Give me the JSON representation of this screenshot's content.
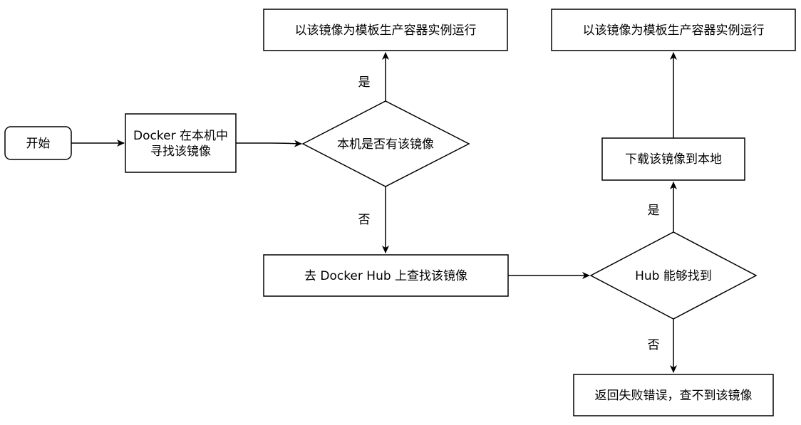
{
  "nodes": {
    "start": "开始",
    "local_search_line1": "Docker 在本机中",
    "local_search_line2": "寻找该镜像",
    "local_decision": "本机是否有该镜像",
    "run_local": "以该镜像为模板生产容器实例运行",
    "search_hub": "去 Docker Hub 上查找该镜像",
    "hub_decision": "Hub 能够找到",
    "download": "下载该镜像到本地",
    "run_downloaded": "以该镜像为模板生产容器实例运行",
    "error": "返回失败错误，查不到该镜像"
  },
  "edges": {
    "local_yes": "是",
    "local_no": "否",
    "hub_yes": "是",
    "hub_no": "否"
  }
}
